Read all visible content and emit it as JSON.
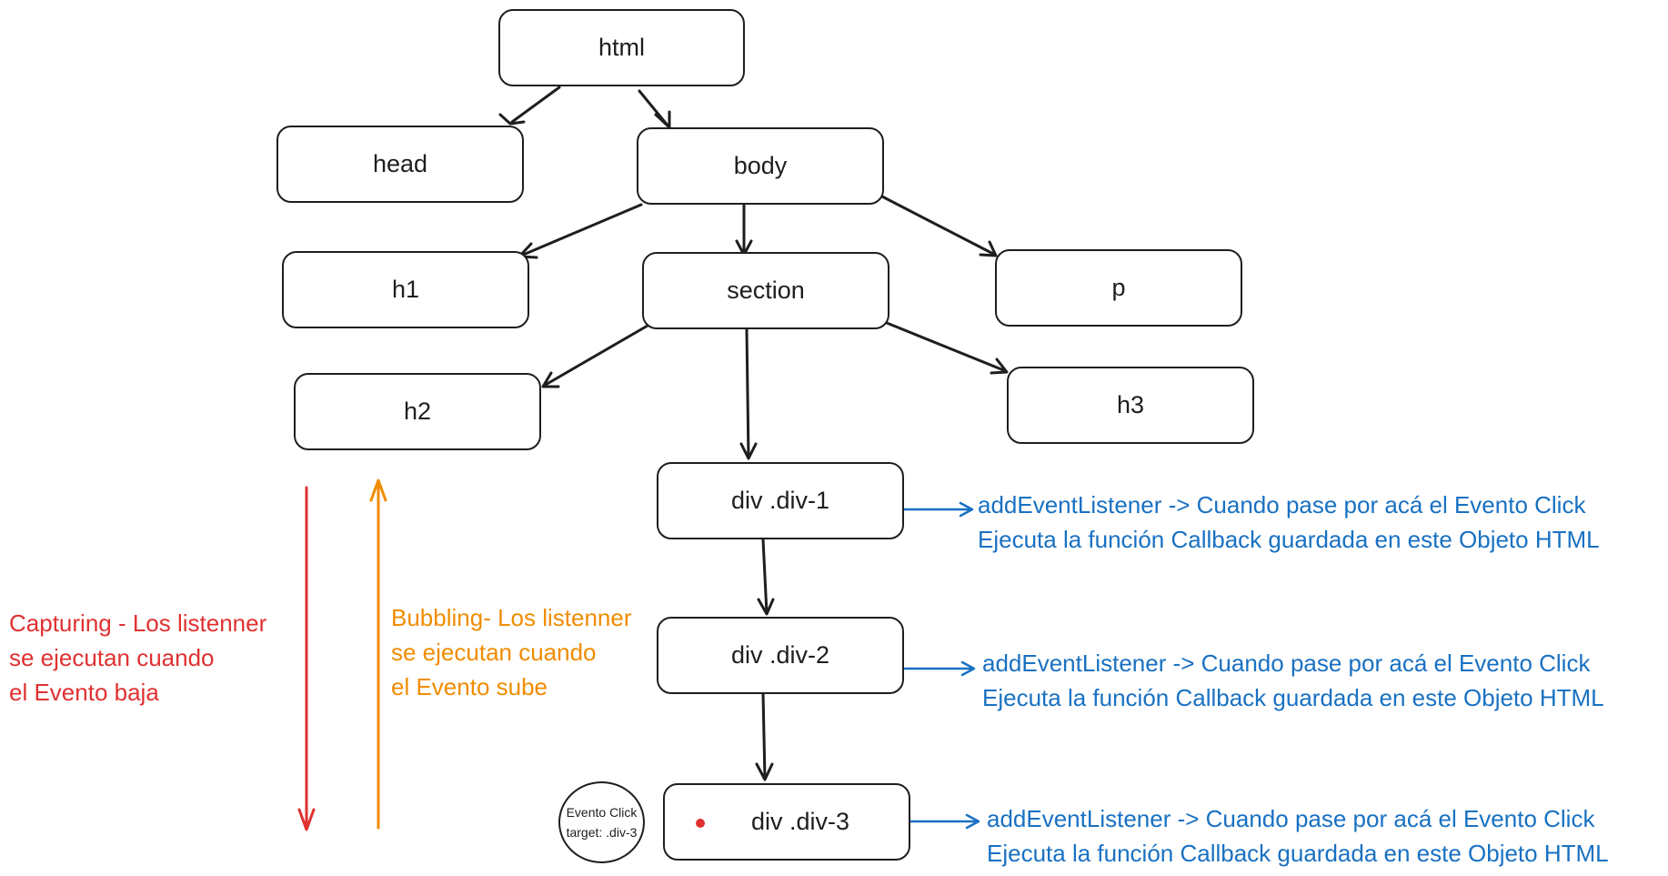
{
  "nodes": {
    "html": "html",
    "head": "head",
    "body": "body",
    "h1": "h1",
    "section": "section",
    "p": "p",
    "h2": "h2",
    "h3": "h3",
    "div1": "div .div-1",
    "div2": "div .div-2",
    "div3": "div .div-3"
  },
  "notes": {
    "div1": {
      "line1": "addEventListener -> Cuando pase por acá el Evento Click",
      "line2": "Ejecuta la función Callback guardada en este Objeto HTML"
    },
    "div2": {
      "line1": "addEventListener -> Cuando pase por acá el Evento Click",
      "line2": "Ejecuta la función Callback guardada en este Objeto HTML"
    },
    "div3": {
      "line1": "addEventListener -> Cuando pase por acá el Evento Click",
      "line2": "Ejecuta la función Callback guardada en este Objeto HTML"
    }
  },
  "capturing": {
    "line1": "Capturing - Los listenner",
    "line2": "se ejecutan cuando",
    "line3": "el Evento baja"
  },
  "bubbling": {
    "line1": "Bubbling- Los listenner",
    "line2": "se ejecutan cuando",
    "line3": "el Evento sube"
  },
  "event_bubble": {
    "line1": "Evento Click",
    "line2": "target: .div-3"
  },
  "colors": {
    "stroke": "#1e1e1e",
    "blue": "#1971c2",
    "red": "#e03131",
    "orange": "#f08c00"
  }
}
